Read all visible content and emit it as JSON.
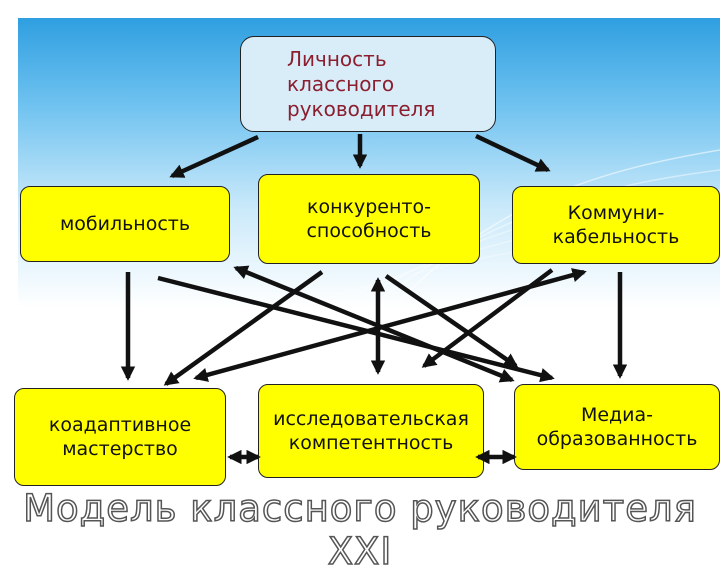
{
  "diagram": {
    "top": "Личность\nклассного\nруководителя",
    "mobility": "мобильность",
    "competitiveness": "конкуренто-\nспособность",
    "communicability": "Коммуни-\nкабельность",
    "coadaptive": "коадаптивное\nмастерство",
    "research": "исследовательская\nкомпетентность",
    "media": "Медиа-\nобразованность"
  },
  "footer": "Модель классного руководителя XXI",
  "colors": {
    "box_fill": "#ffff00",
    "top_box_fill": "#d9edf9",
    "top_text": "#8b1f2f",
    "arrow": "#111111"
  }
}
